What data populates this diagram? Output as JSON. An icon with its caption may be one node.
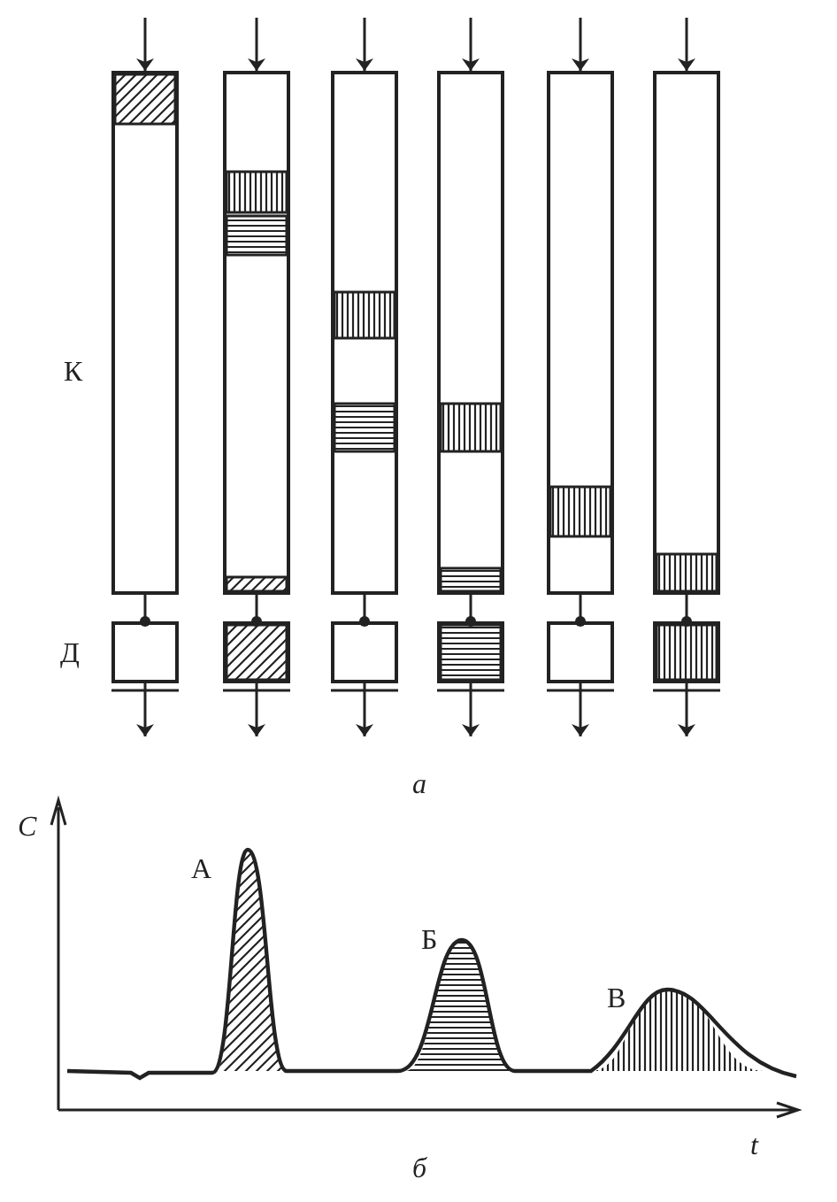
{
  "diagram": {
    "nodes": [
      {
        "text": [],
        "shape": "box"
      },
      {
        "text": [],
        "shape": "box"
      },
      {
        "text": [],
        "shape": "box"
      },
      {
        "text": [],
        "shape": "box"
      },
      {
        "text": [],
        "shape": "box"
      },
      {
        "text": [],
        "shape": "box"
      },
      {
        "text": [],
        "shape": "box"
      },
      {
        "text": [],
        "shape": "box"
      },
      {
        "text": [],
        "shape": "box"
      },
      {
        "text": [],
        "shape": "box"
      },
      {
        "text": [],
        "shape": "box"
      },
      {
        "text": [],
        "shape": "box"
      }
    ],
    "edges": [
      {
        "from": null,
        "to": 0,
        "arrow": "to"
      },
      {
        "from": null,
        "to": 1,
        "arrow": "to"
      },
      {
        "from": null,
        "to": 2,
        "arrow": "to"
      },
      {
        "from": null,
        "to": 3,
        "arrow": "to"
      },
      {
        "from": null,
        "to": 4,
        "arrow": "to"
      },
      {
        "from": null,
        "to": 5,
        "arrow": "to"
      },
      {
        "from": 0,
        "to": 6,
        "arrow": "other"
      },
      {
        "from": 1,
        "to": 7,
        "arrow": "other"
      },
      {
        "from": 2,
        "to": 8,
        "arrow": "other"
      },
      {
        "from": 3,
        "to": 9,
        "arrow": "other"
      },
      {
        "from": 4,
        "to": 10,
        "arrow": "other"
      },
      {
        "from": 5,
        "to": 11,
        "arrow": "other"
      },
      {
        "from": 6,
        "to": null,
        "arrow": "to"
      },
      {
        "from": 7,
        "to": null,
        "arrow": "to"
      },
      {
        "from": 8,
        "to": null,
        "arrow": "to"
      },
      {
        "from": 9,
        "to": null,
        "arrow": "to"
      },
      {
        "from": 10,
        "to": null,
        "arrow": "to"
      },
      {
        "from": 11,
        "to": null,
        "arrow": "to"
      }
    ],
    "labels": [
      "К",
      "Д",
      "а",
      "С",
      "А",
      "Б",
      "В",
      "t",
      "б"
    ]
  }
}
